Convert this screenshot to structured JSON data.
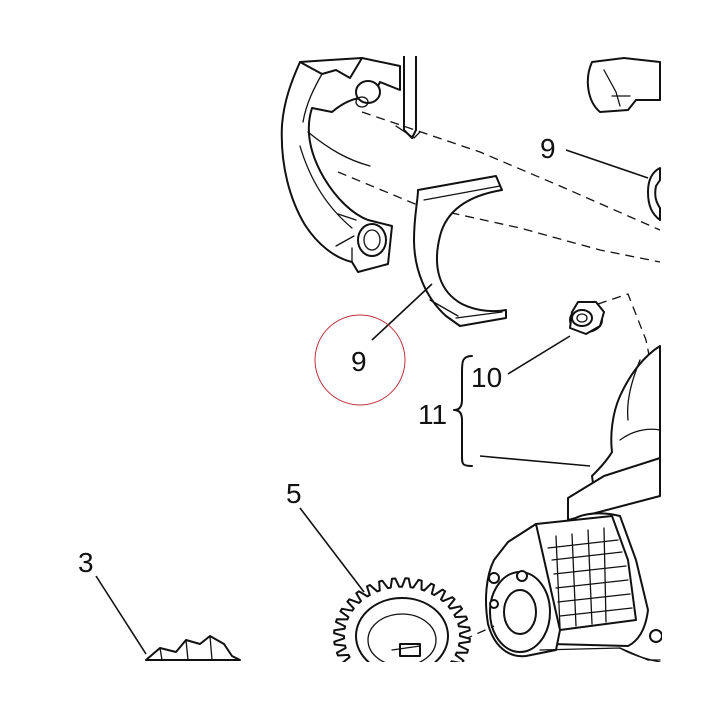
{
  "callouts": {
    "bearing_top_right": "9",
    "bearing_highlighted": "9",
    "plug": "10",
    "crankshaft_assembly": "11",
    "gear": "5",
    "shaft_gear": "3"
  },
  "highlight_color": "#c0303a"
}
